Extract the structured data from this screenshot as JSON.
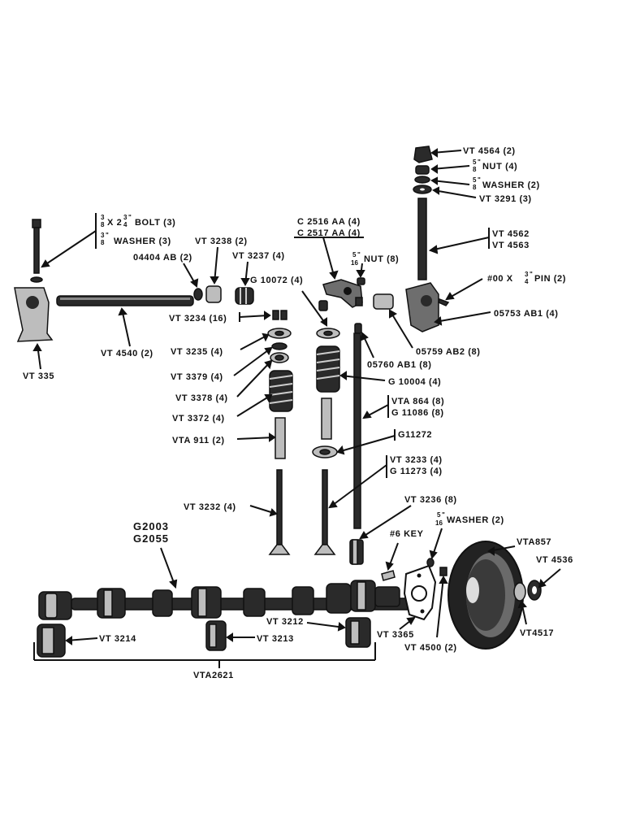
{
  "labels": {
    "vt4564": "VT 4564 (2)",
    "nut58": "NUT (4)",
    "washer58": "WASHER (2)",
    "vt3291": "VT 3291 (3)",
    "vt4562": "VT 4562",
    "vt4563": "VT 4563",
    "pin": "#00 X",
    "pin_tail": "PIN (2)",
    "vt05753": "05753 AB1 (4)",
    "c2516": "C 2516 AA (4)",
    "c2517": "C 2517 AA (4)",
    "nut516": "NUT (8)",
    "g10072": "G 10072 (4)",
    "vt3237": "VT 3237 (4)",
    "vt3238": "VT 3238 (2)",
    "ab04404": "04404 AB (2)",
    "bolt_pre": "X 2",
    "bolt": "BOLT (3)",
    "washer38": "WASHER (3)",
    "vt3234": "VT 3234 (16)",
    "vt4540": "VT 4540 (2)",
    "vt335": "VT 335",
    "vt3235": "VT 3235 (4)",
    "vt3379": "VT 3379 (4)",
    "vt3378": "VT 3378 (4)",
    "vt3372": "VT 3372 (4)",
    "vta911": "VTA 911 (2)",
    "ab05759": "05759 AB2 (8)",
    "ab05760": "05760 AB1 (8)",
    "g10004": "G 10004 (4)",
    "vta864": "VTA 864 (8)",
    "g11086": "G 11086 (8)",
    "g11272": "G11272",
    "vt3233": "VT 3233 (4)",
    "g11273": "G 11273 (4)",
    "vt3236": "VT 3236 (8)",
    "vt3232": "VT 3232 (4)",
    "g2003": "G2003",
    "g2055": "G2055",
    "key6": "#6 KEY",
    "washer516": "WASHER (2)",
    "vta857": "VTA857",
    "vt4536": "VT 4536",
    "vt4517": "VT4517",
    "vt3365": "VT 3365",
    "vt4500": "VT 4500 (2)",
    "vt3214": "VT 3214",
    "vt3213": "VT 3213",
    "vt3212": "VT 3212",
    "vta2621": "VTA2621"
  },
  "fractions": {
    "five_eighths_num": "5",
    "five_eighths_den": "8",
    "three_eighths_num": "3",
    "three_eighths_den": "8",
    "three_quarters_num": "3",
    "three_quarters_den": "4",
    "five_sixteenths_num": "5",
    "five_sixteenths_den": "16",
    "inch": "\""
  },
  "icons": [
    "camshaft-icon",
    "push-rod-icon",
    "valve-icon",
    "valve-spring-icon",
    "rocker-arm-icon",
    "rocker-shaft-icon",
    "timing-gear-icon",
    "bearing-icon",
    "bracket-icon"
  ]
}
